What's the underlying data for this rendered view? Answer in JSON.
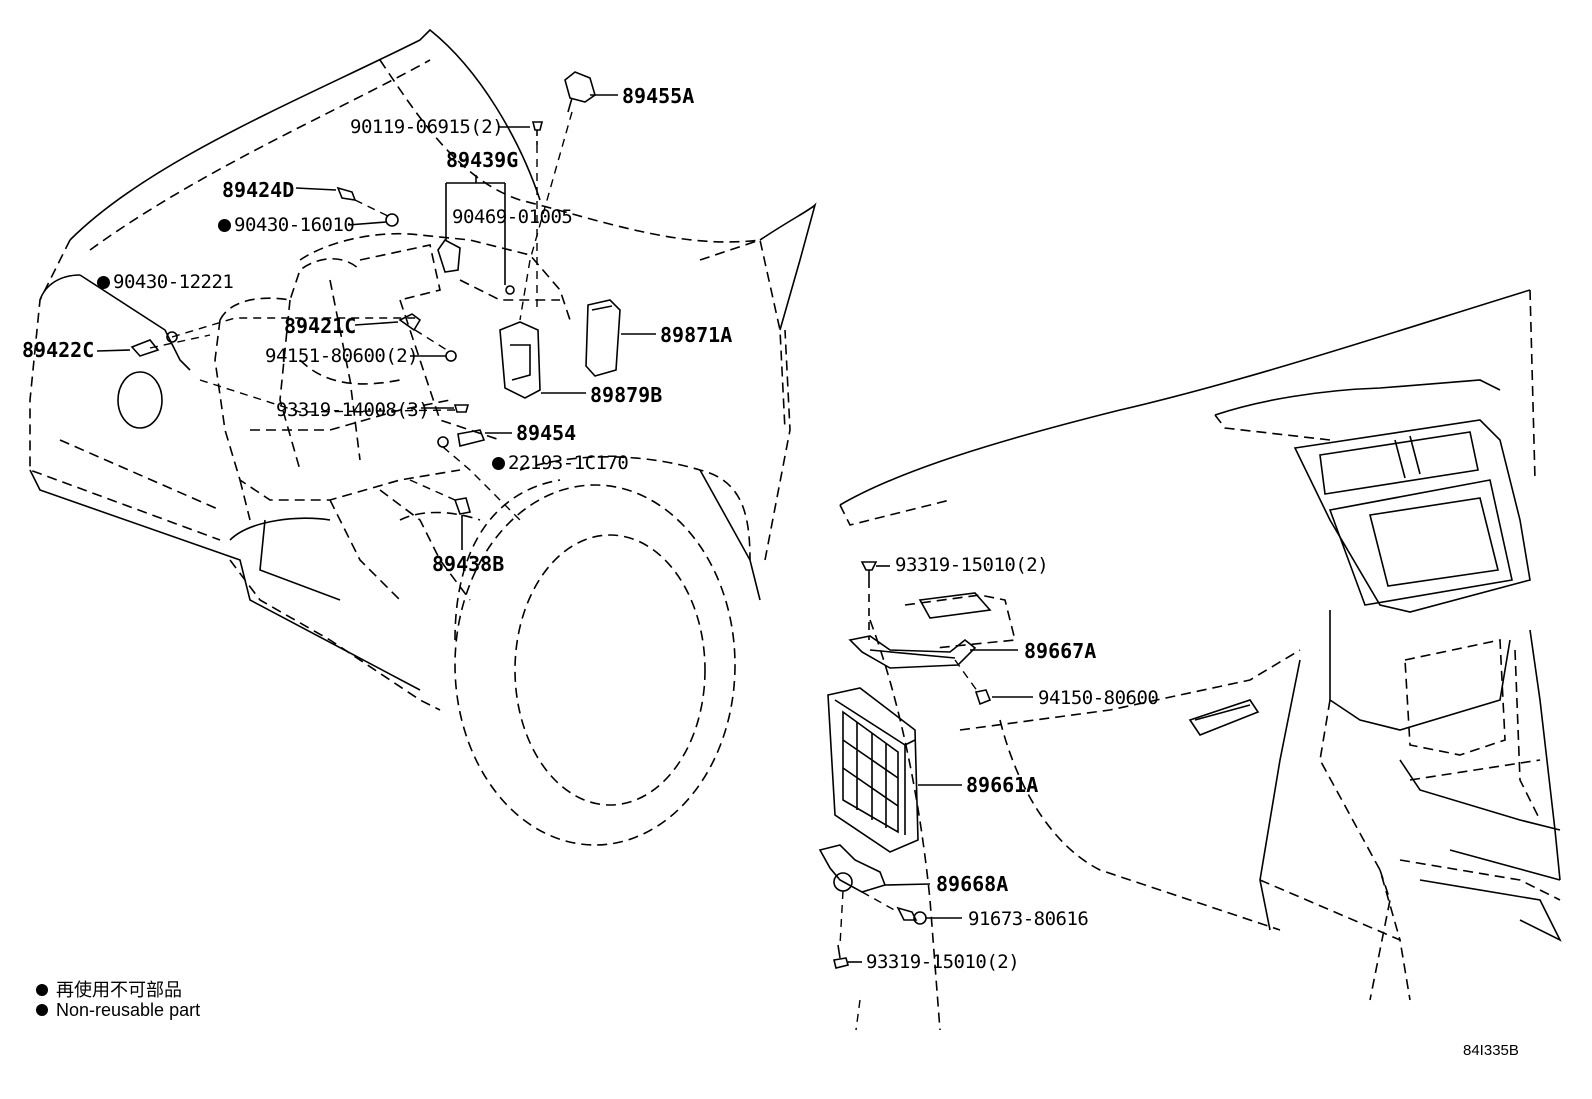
{
  "labels": {
    "p89455A": "89455A",
    "p90119": "90119-06915(2)",
    "p89439G": "89439G",
    "p89424D": "89424D",
    "p90430_16010": "90430-16010",
    "p90469": "90469-01005",
    "p90430_12221": "90430-12221",
    "p89422C": "89422C",
    "p89421C": "89421C",
    "p89871A": "89871A",
    "p94151": "94151-80600(2)",
    "p89879B": "89879B",
    "p93319_14008": "93319-14008(3)",
    "p89454": "89454",
    "p22193": "22193-1C170",
    "p89438B": "89438B",
    "p93319_15010_top": "93319-15010(2)",
    "p89667A": "89667A",
    "p94150": "94150-80600",
    "p89661A": "89661A",
    "p89668A": "89668A",
    "p91673": "91673-80616",
    "p93319_15010_bot": "93319-15010(2)"
  },
  "legend": {
    "jp": "再使用不可部品",
    "en": "Non-reusable part"
  },
  "figure_code": "84I335B"
}
